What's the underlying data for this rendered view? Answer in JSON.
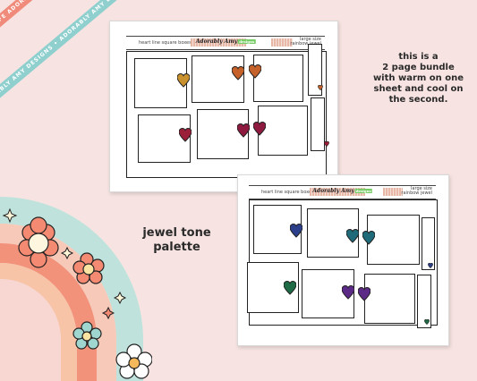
{
  "ribbons": {
    "coral_text": "PLAN LIFE ADORABLY • PLAN LIFE ADORABLY • PLAN LIFE A",
    "teal_text": "ADORABLY AMY DESIGNS • ADORABLY AMY DESIGNS • PLAN LIFE ADORABLY"
  },
  "sheet1": {
    "name": "heart line square boxes 1",
    "brand": "Adorably Amy",
    "brand_tag": "designs",
    "size_line1": "large size",
    "size_line2": "rainbow jewel",
    "colors": [
      "#c9922e",
      "#c5612b",
      "#c5612b",
      "#9c1f3a",
      "#8e1a3f",
      "#8e1a3f",
      "#c5612b",
      "#9c1f3a"
    ]
  },
  "sheet2": {
    "name": "heart line square boxes 2",
    "brand": "Adorably Amy",
    "brand_tag": "designs",
    "size_line1": "large size",
    "size_line2": "rainbow jewel",
    "colors": [
      "#2b3f8a",
      "#1f6b7a",
      "#1f6b7a",
      "#1f6b45",
      "#5b2a86",
      "#5b2a86",
      "#2b3f8a",
      "#1f6b45"
    ]
  },
  "note": [
    "this is a",
    "2 page bundle",
    "with warm on one",
    "sheet and cool on",
    "the second."
  ],
  "palette": [
    "jewel tone",
    "palette"
  ]
}
